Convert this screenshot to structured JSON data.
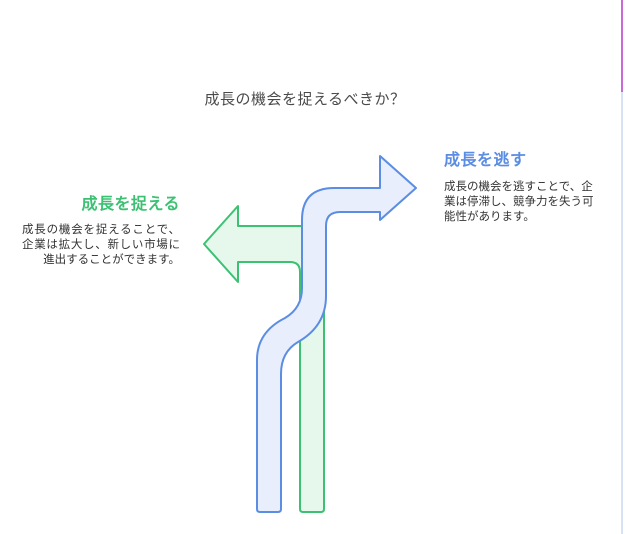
{
  "title": "成長の機会を捉えるべきか？",
  "options": {
    "seize": {
      "title": "成長を捉える",
      "description": "成長の機会を捉えることで、企業は拡大し、新しい市場に進出することができます。",
      "color": "#3cc173",
      "fill": "#e6f8ec"
    },
    "miss": {
      "title": "成長を逃す",
      "description": "成長の機会を逃すことで、企業は停滞し、競争力を失う可能性があります。",
      "color": "#5b8de3",
      "fill": "#e8eefb"
    }
  },
  "colors": {
    "edge_line": "#d7e3f4",
    "edge_accent": "#c86bd6"
  },
  "icons": {
    "left_arrow": "arrow-turn-left-icon",
    "right_arrow": "arrow-turn-right-icon"
  }
}
